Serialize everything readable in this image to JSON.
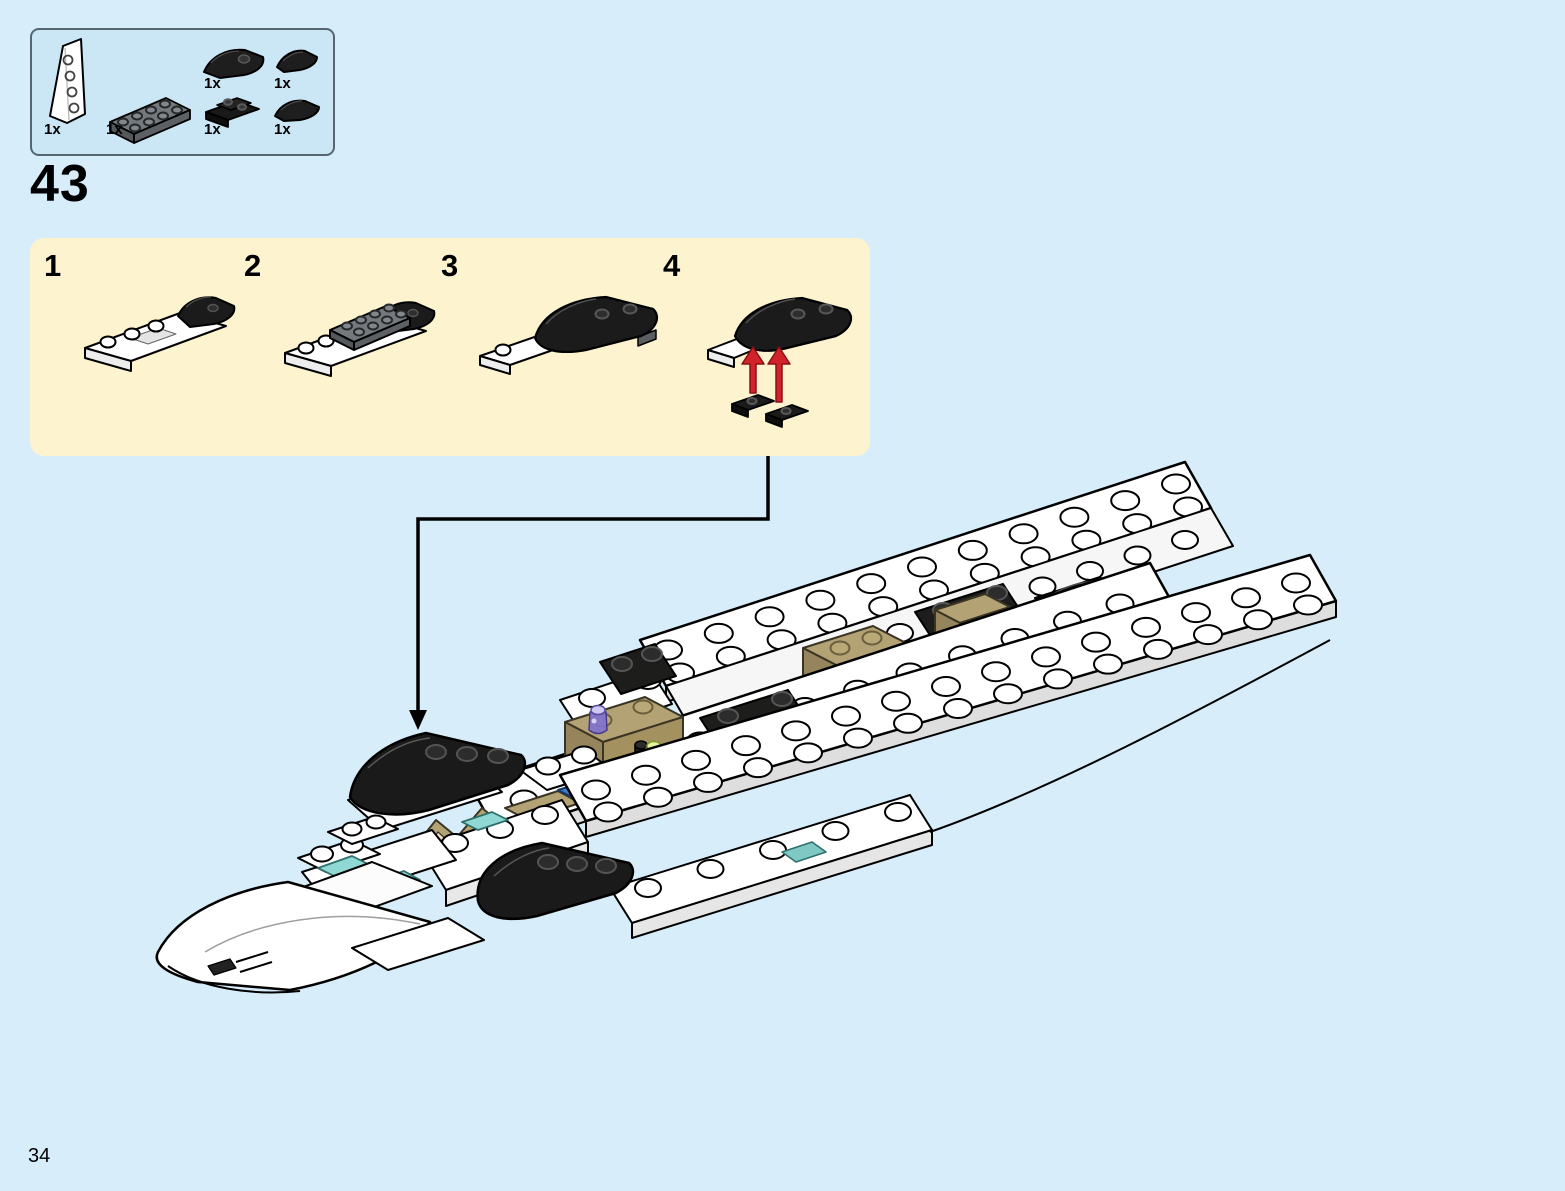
{
  "page": {
    "step_number": "43",
    "page_number": "34"
  },
  "parts_callout": {
    "items": [
      {
        "id": "white-wedge-plate-4x2",
        "count": "1x"
      },
      {
        "id": "dark-gray-plate-2x4",
        "count": "1x"
      },
      {
        "id": "black-curved-slope-2x2",
        "count": "1x"
      },
      {
        "id": "black-plate-stack-1x2",
        "count": "1x"
      },
      {
        "id": "black-slope-1x2",
        "count": "1x"
      },
      {
        "id": "black-curved-slope-1x2",
        "count": "1x"
      }
    ]
  },
  "substeps": {
    "steps": [
      {
        "label": "1"
      },
      {
        "label": "2"
      },
      {
        "label": "3"
      },
      {
        "label": "4"
      }
    ]
  },
  "icons": {
    "callout_arrow": "down-arrow-icon",
    "attach_arrow": "up-arrow-icon"
  },
  "colors": {
    "page_background": "#d7edf9",
    "parts_box_fill": "#cbe6f5",
    "parts_box_border": "#56656f",
    "substeps_box_fill": "#fdf3cf",
    "callout_arrow_black": "#000000",
    "attach_arrow_red": "#d1232b",
    "brick_white": "#ffffff",
    "brick_black": "#1d1d1b",
    "brick_dark_gray": "#74797d",
    "brick_tan": "#b3a274",
    "trans_light_blue": "#8fd8d4"
  }
}
